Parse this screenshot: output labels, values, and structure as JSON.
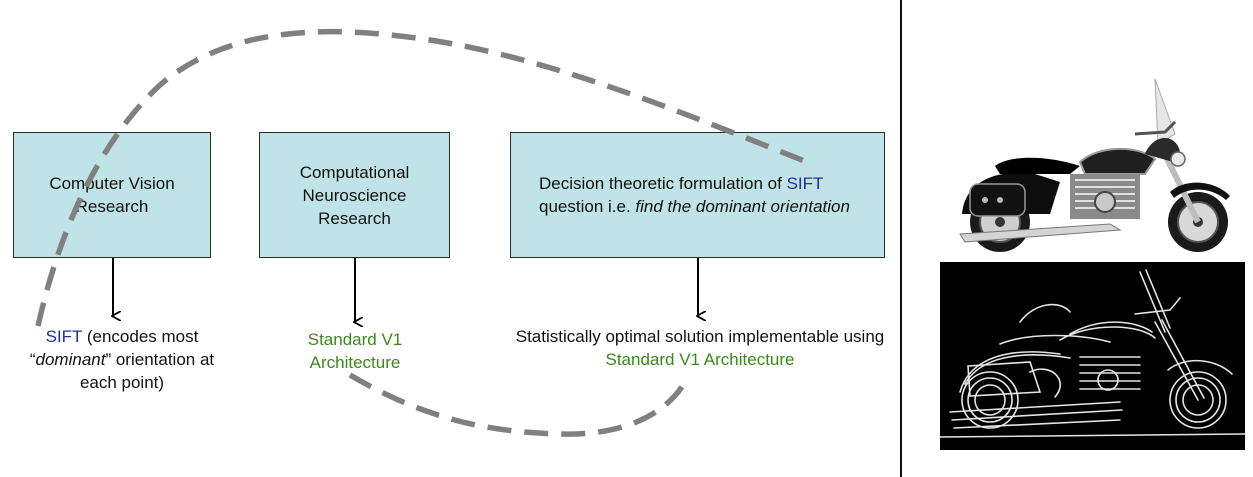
{
  "boxes": {
    "cv": {
      "text": "Computer Vision Research"
    },
    "neuro": {
      "text": "Computational Neuroscience Research"
    },
    "decision": {
      "pre": "Decision theoretic formulation of ",
      "sift": "SIFT",
      "mid": " question i.e. ",
      "italic": "find the dominant orientation"
    }
  },
  "outputs": {
    "sift": {
      "sift": "SIFT",
      "text1": " (encodes most",
      "quote_open": "“",
      "dominant": "dominant",
      "quote_close": "”",
      "text2": " orientation at each point)"
    },
    "v1": {
      "text": "Standard V1 Architecture"
    },
    "optimal": {
      "text": "Statistically optimal solution implementable using ",
      "green": "Standard V1 Architecture"
    }
  },
  "colors": {
    "box_fill": "#bfe3e6",
    "sift_blue": "#2030a0",
    "v1_green": "#3a8a1a",
    "dashed_curve": "#808080"
  },
  "images": {
    "top": "motorcycle-photo",
    "bottom": "motorcycle-orientation-edge-map"
  }
}
